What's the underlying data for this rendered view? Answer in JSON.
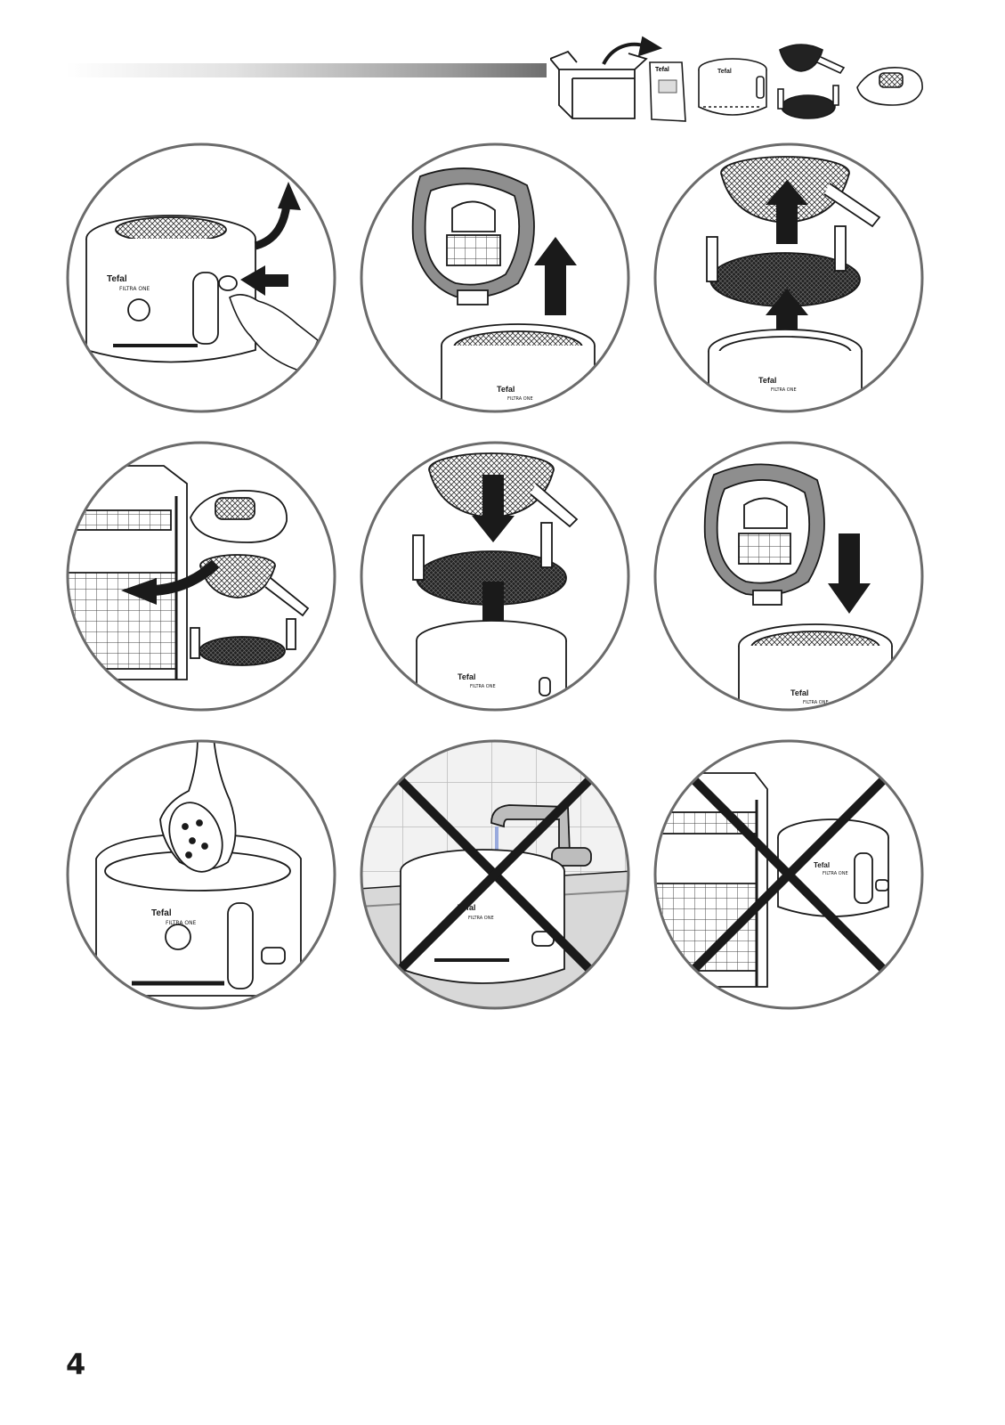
{
  "page": {
    "number": "4"
  },
  "header": {
    "items": [
      {
        "icon": "unpack-box-icon"
      },
      {
        "icon": "manual-booklet-icon"
      },
      {
        "icon": "fryer-body-icon"
      },
      {
        "icon": "basket-and-filter-parts-icon"
      },
      {
        "icon": "lid-icon"
      }
    ],
    "booklet_brand": "Tefal",
    "fryer_brand": "Tefal"
  },
  "steps": [
    {
      "icon": "press-button-open-lid-icon",
      "brand": "Tefal",
      "model": "FILTRA ONE"
    },
    {
      "icon": "lift-off-lid-icon",
      "brand": "Tefal",
      "model": "FILTRA ONE"
    },
    {
      "icon": "remove-basket-and-filter-icon",
      "brand": "Tefal",
      "model": "FILTRA ONE"
    },
    {
      "icon": "dishwasher-safe-parts-icon"
    },
    {
      "icon": "reinsert-basket-and-filter-icon",
      "brand": "Tefal",
      "model": "FILTRA ONE"
    },
    {
      "icon": "refit-lid-icon",
      "brand": "Tefal",
      "model": "FILTRA ONE"
    },
    {
      "icon": "wipe-clean-sponge-icon",
      "brand": "Tefal",
      "model": "FILTRA ONE"
    },
    {
      "icon": "no-water-immersion-icon",
      "brand": "Tefal",
      "model": "FILTRA ONE"
    },
    {
      "icon": "no-dishwasher-body-icon",
      "brand": "Tefal",
      "model": "FILTRA ONE"
    }
  ],
  "colors": {
    "line": "#1a1a1a",
    "circle": "#6b6b6b",
    "fill_dark": "#2b2b2b",
    "fill_grey": "#9a9a9a"
  }
}
